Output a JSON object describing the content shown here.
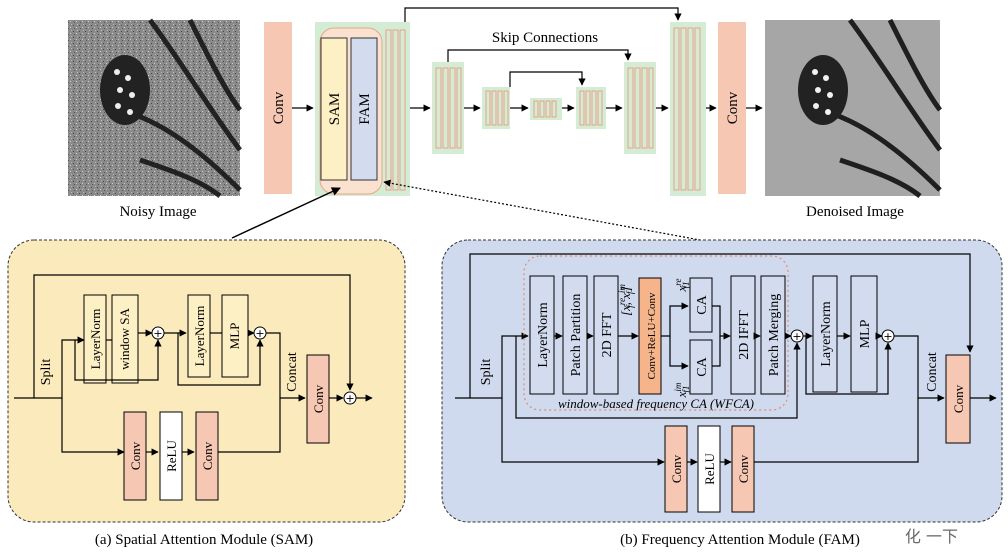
{
  "top": {
    "noisy_label": "Noisy Image",
    "denoised_label": "Denoised Image",
    "conv_in": "Conv",
    "conv_out": "Conv",
    "sam": "SAM",
    "fam": "FAM",
    "skip_label": "Skip Connections"
  },
  "sam_module": {
    "caption": "(a) Spatial Attention Module (SAM)",
    "split": "Split",
    "layernorm1": "LayerNorm",
    "window_sa": "window SA",
    "layernorm2": "LayerNorm",
    "mlp": "MLP",
    "concat": "Concat",
    "conv_concat": "Conv",
    "conv_a": "Conv",
    "relu": "ReLU",
    "conv_b": "Conv"
  },
  "fam_module": {
    "caption": "(b) Frequency Attention Module (FAM)",
    "split": "Split",
    "layernorm1": "LayerNorm",
    "patch_partition": "Patch Partition",
    "fft": "2D FFT",
    "fft_out_base": "[x",
    "fft_out_sup1": "re",
    "fft_out_sub1": "f",
    "fft_out_sep": ", x",
    "fft_out_sup2": "im",
    "fft_out_sub2": "f",
    "fft_out_end": "]",
    "conv_relu_conv": "Conv+ReLU+Conv",
    "xf1_re_base": "x",
    "xf1_re_sup": "re",
    "xf1_re_sub": "f1",
    "xf1_im_base": "x",
    "xf1_im_sup": "im",
    "xf1_im_sub": "f1",
    "ca1": "CA",
    "ca2": "CA",
    "ifft": "2D IFFT",
    "patch_merging": "Patch Merging",
    "layernorm2": "LayerNorm",
    "mlp": "MLP",
    "wfca_label": "window-based frequency CA (WFCA)",
    "concat": "Concat",
    "conv_concat": "Conv",
    "conv_a": "Conv",
    "relu": "ReLU",
    "conv_b": "Conv"
  },
  "watermark": "化 一下",
  "colors": {
    "conv_orange": "#f6c7b3",
    "sam_yellow": "#fdf0c4",
    "fam_blue": "#d3dbef",
    "block_green": "#d5ecd4",
    "block_stripe": "#f2c7b9",
    "sam_panel": "#fbeabb",
    "fam_panel": "#cfdaee"
  }
}
